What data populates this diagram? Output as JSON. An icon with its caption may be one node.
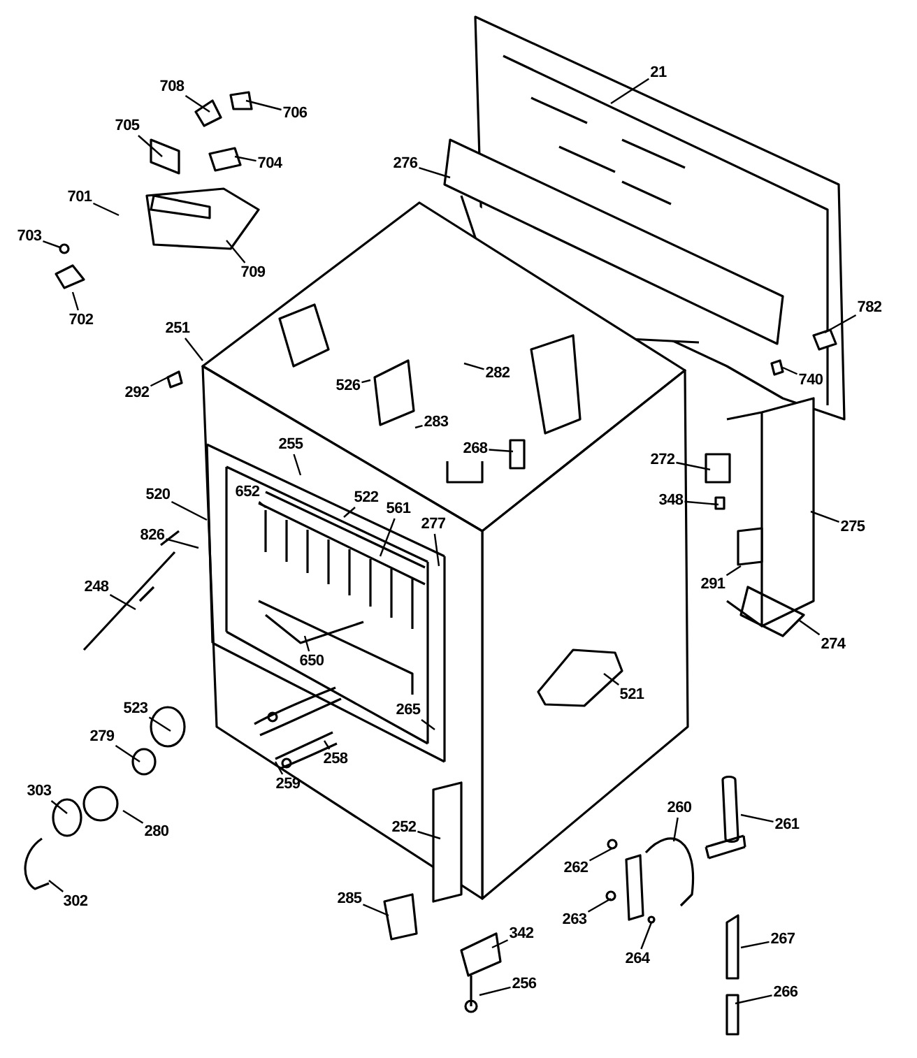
{
  "diagram": {
    "nodes": [
      {
        "text": [
          "708"
        ]
      },
      {
        "text": [
          "706"
        ]
      },
      {
        "text": [
          "21"
        ]
      },
      {
        "text": [
          "705"
        ]
      },
      {
        "text": [
          "704"
        ]
      },
      {
        "text": [
          "276"
        ]
      },
      {
        "text": [
          "701"
        ]
      },
      {
        "text": [
          "703"
        ]
      },
      {
        "text": [
          "709"
        ]
      },
      {
        "text": [
          "782"
        ]
      },
      {
        "text": [
          "702"
        ]
      },
      {
        "text": [
          "251"
        ]
      },
      {
        "text": [
          "526"
        ]
      },
      {
        "text": [
          "282"
        ]
      },
      {
        "text": [
          "740"
        ]
      },
      {
        "text": [
          "292"
        ]
      },
      {
        "text": [
          "283"
        ]
      },
      {
        "text": [
          "255"
        ]
      },
      {
        "text": [
          "268"
        ]
      },
      {
        "text": [
          "272"
        ]
      },
      {
        "text": [
          "652"
        ]
      },
      {
        "text": [
          "520"
        ]
      },
      {
        "text": [
          "348"
        ]
      },
      {
        "text": [
          "522"
        ]
      },
      {
        "text": [
          "275"
        ]
      },
      {
        "text": [
          "826"
        ]
      },
      {
        "text": [
          "561"
        ]
      },
      {
        "text": [
          "277"
        ]
      },
      {
        "text": [
          "291"
        ]
      },
      {
        "text": [
          "248"
        ]
      },
      {
        "text": [
          "274"
        ]
      },
      {
        "text": [
          "650"
        ]
      },
      {
        "text": [
          "521"
        ]
      },
      {
        "text": [
          "523"
        ]
      },
      {
        "text": [
          "265"
        ]
      },
      {
        "text": [
          "279"
        ]
      },
      {
        "text": [
          "258"
        ]
      },
      {
        "text": [
          "259"
        ]
      },
      {
        "text": [
          "303"
        ]
      },
      {
        "text": [
          "260"
        ]
      },
      {
        "text": [
          "261"
        ]
      },
      {
        "text": [
          "252"
        ]
      },
      {
        "text": [
          "280"
        ]
      },
      {
        "text": [
          "262"
        ]
      },
      {
        "text": [
          "285"
        ]
      },
      {
        "text": [
          "302"
        ]
      },
      {
        "text": [
          "263"
        ]
      },
      {
        "text": [
          "342"
        ]
      },
      {
        "text": [
          "267"
        ]
      },
      {
        "text": [
          "264"
        ]
      },
      {
        "text": [
          "256"
        ]
      },
      {
        "text": [
          "266"
        ]
      }
    ],
    "edges": [
      {
        "from": 0,
        "to": null,
        "arrow": "none"
      },
      {
        "from": 1,
        "to": null,
        "arrow": "none"
      },
      {
        "from": 2,
        "to": null,
        "arrow": "none"
      },
      {
        "from": 3,
        "to": null,
        "arrow": "none"
      },
      {
        "from": 4,
        "to": null,
        "arrow": "none"
      },
      {
        "from": 5,
        "to": null,
        "arrow": "none"
      },
      {
        "from": 6,
        "to": null,
        "arrow": "none"
      },
      {
        "from": 7,
        "to": null,
        "arrow": "none"
      },
      {
        "from": 8,
        "to": null,
        "arrow": "none"
      },
      {
        "from": 9,
        "to": null,
        "arrow": "none"
      },
      {
        "from": 10,
        "to": null,
        "arrow": "none"
      },
      {
        "from": 11,
        "to": null,
        "arrow": "none"
      },
      {
        "from": 12,
        "to": null,
        "arrow": "none"
      },
      {
        "from": 13,
        "to": null,
        "arrow": "none"
      },
      {
        "from": 14,
        "to": null,
        "arrow": "none"
      },
      {
        "from": 15,
        "to": null,
        "arrow": "none"
      },
      {
        "from": 16,
        "to": null,
        "arrow": "none"
      },
      {
        "from": 17,
        "to": null,
        "arrow": "none"
      },
      {
        "from": 18,
        "to": null,
        "arrow": "none"
      },
      {
        "from": 19,
        "to": null,
        "arrow": "none"
      },
      {
        "from": 20,
        "to": null,
        "arrow": "none"
      },
      {
        "from": 21,
        "to": null,
        "arrow": "none"
      },
      {
        "from": 22,
        "to": null,
        "arrow": "none"
      },
      {
        "from": 23,
        "to": null,
        "arrow": "none"
      },
      {
        "from": 24,
        "to": null,
        "arrow": "none"
      },
      {
        "from": 25,
        "to": null,
        "arrow": "none"
      },
      {
        "from": 26,
        "to": null,
        "arrow": "none"
      },
      {
        "from": 27,
        "to": null,
        "arrow": "none"
      },
      {
        "from": 28,
        "to": null,
        "arrow": "none"
      },
      {
        "from": 29,
        "to": null,
        "arrow": "none"
      },
      {
        "from": 30,
        "to": null,
        "arrow": "none"
      },
      {
        "from": 31,
        "to": null,
        "arrow": "none"
      },
      {
        "from": 32,
        "to": null,
        "arrow": "none"
      },
      {
        "from": 33,
        "to": null,
        "arrow": "none"
      },
      {
        "from": 34,
        "to": null,
        "arrow": "none"
      },
      {
        "from": 35,
        "to": null,
        "arrow": "none"
      },
      {
        "from": 36,
        "to": null,
        "arrow": "none"
      },
      {
        "from": 37,
        "to": null,
        "arrow": "none"
      },
      {
        "from": 38,
        "to": null,
        "arrow": "none"
      },
      {
        "from": 39,
        "to": null,
        "arrow": "none"
      },
      {
        "from": 40,
        "to": null,
        "arrow": "none"
      },
      {
        "from": 41,
        "to": null,
        "arrow": "none"
      },
      {
        "from": 42,
        "to": null,
        "arrow": "none"
      },
      {
        "from": 43,
        "to": null,
        "arrow": "none"
      },
      {
        "from": 44,
        "to": null,
        "arrow": "none"
      },
      {
        "from": 45,
        "to": null,
        "arrow": "none"
      },
      {
        "from": 46,
        "to": null,
        "arrow": "none"
      },
      {
        "from": 47,
        "to": null,
        "arrow": "none"
      },
      {
        "from": 48,
        "to": null,
        "arrow": "none"
      },
      {
        "from": 49,
        "to": null,
        "arrow": "none"
      },
      {
        "from": 50,
        "to": null,
        "arrow": "none"
      },
      {
        "from": 51,
        "to": null,
        "arrow": "none"
      }
    ]
  }
}
